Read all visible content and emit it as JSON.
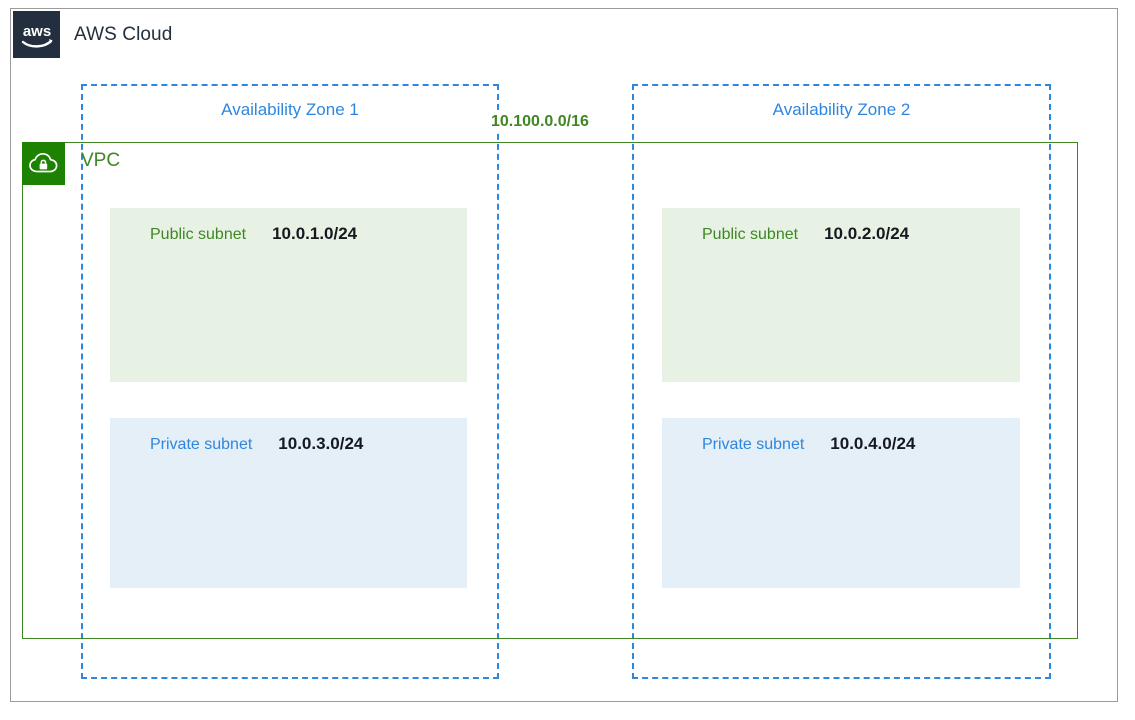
{
  "cloud": {
    "title": "AWS Cloud",
    "logo_icon": "aws-logo-icon"
  },
  "vpc": {
    "label": "VPC",
    "icon": "vpc-cloud-lock-icon",
    "cidr": "10.100.0.0/16",
    "border_color": "#3F8624"
  },
  "availability_zones": [
    {
      "label": "Availability Zone 1"
    },
    {
      "label": "Availability Zone 2"
    }
  ],
  "subnets": [
    {
      "name": "Public subnet",
      "cidr": "10.0.1.0/24",
      "zone": "Availability Zone 1",
      "type": "public",
      "fill": "#E8F2E4",
      "label_color": "#3F8624"
    },
    {
      "name": "Public subnet",
      "cidr": "10.0.2.0/24",
      "zone": "Availability Zone 2",
      "type": "public",
      "fill": "#E8F2E4",
      "label_color": "#3F8624"
    },
    {
      "name": "Private subnet",
      "cidr": "10.0.3.0/24",
      "zone": "Availability Zone 1",
      "type": "private",
      "fill": "#E4EFF7",
      "label_color": "#2e86de"
    },
    {
      "name": "Private subnet",
      "cidr": "10.0.4.0/24",
      "zone": "Availability Zone 2",
      "type": "private",
      "fill": "#E4EFF7",
      "label_color": "#2e86de"
    }
  ],
  "colors": {
    "aws_navy": "#232F3E",
    "vpc_green": "#1D8102",
    "zone_blue": "#2e86de",
    "frame_gray": "#9b9b9b"
  }
}
